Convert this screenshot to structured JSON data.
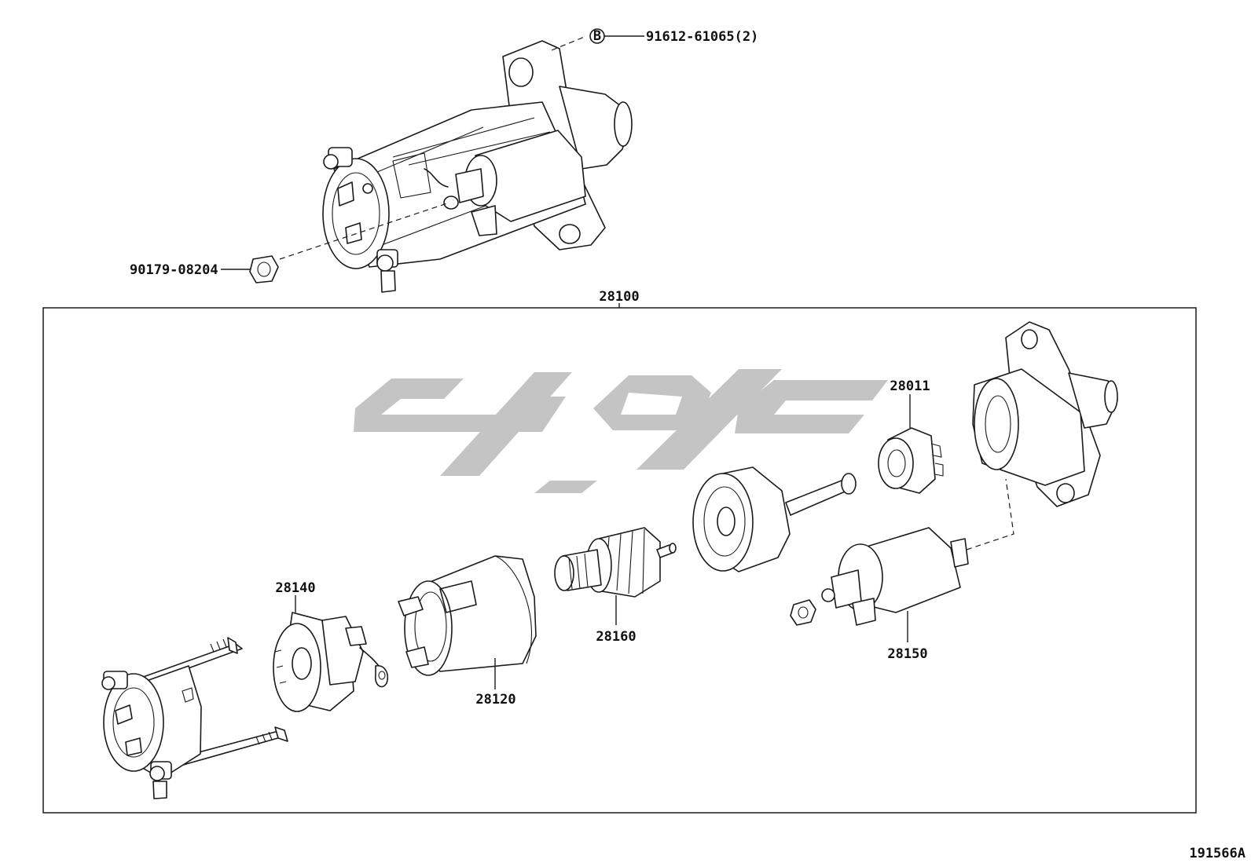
{
  "callouts": {
    "bolt_ref": "B",
    "bolt_part": "91612-61065(2)",
    "nut_part": "90179-08204",
    "assembly_part": "28100",
    "clutch_part": "28011",
    "brush_holder_part": "28140",
    "yoke_part": "28120",
    "armature_part": "28160",
    "solenoid_part": "28150"
  },
  "watermark": {
    "text": "ﮐﻮﭘﺎرﺕ",
    "color": "#c4c4c4"
  },
  "figure_code": "191566A",
  "colors": {
    "line": "#1a1a1a",
    "background": "#ffffff"
  }
}
